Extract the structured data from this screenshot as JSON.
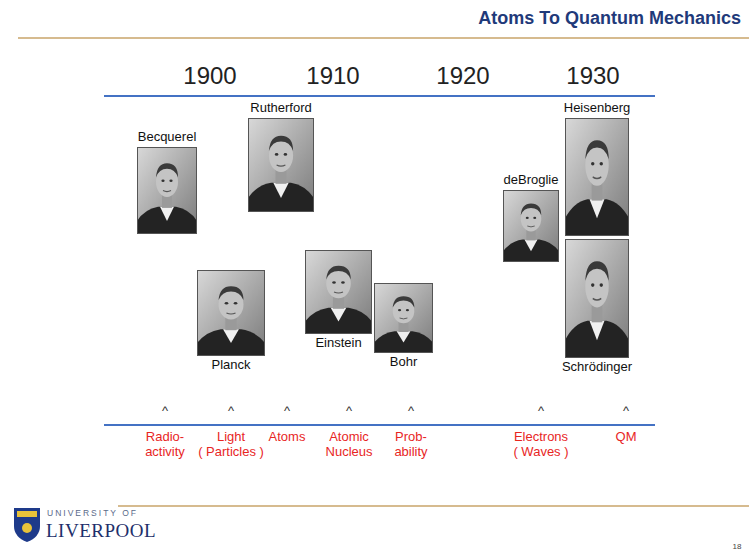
{
  "diagram": {
    "title": "Atoms To Quantum Mechanics",
    "nodes": [
      {
        "text": [
          "Becquerel"
        ]
      },
      {
        "text": [
          "Rutherford"
        ]
      },
      {
        "text": [
          "Planck"
        ]
      },
      {
        "text": [
          "Einstein"
        ]
      },
      {
        "text": [
          "Bohr"
        ]
      },
      {
        "text": [
          "deBroglie"
        ]
      },
      {
        "text": [
          "Heisenberg"
        ]
      },
      {
        "text": [
          "Schrödinger"
        ]
      }
    ],
    "labels": [
      "1900",
      "1910",
      "1920",
      "1930",
      "^",
      "^",
      "^",
      "^",
      "^",
      "^",
      "^",
      "Radio- activity",
      "Light ( Particles )",
      "Atoms",
      "Atomic Nucleus",
      "Prob- ability",
      "Electrons ( Waves )",
      "QM",
      "UNIVERSITY OF",
      "LIVERPOOL",
      "18"
    ]
  }
}
